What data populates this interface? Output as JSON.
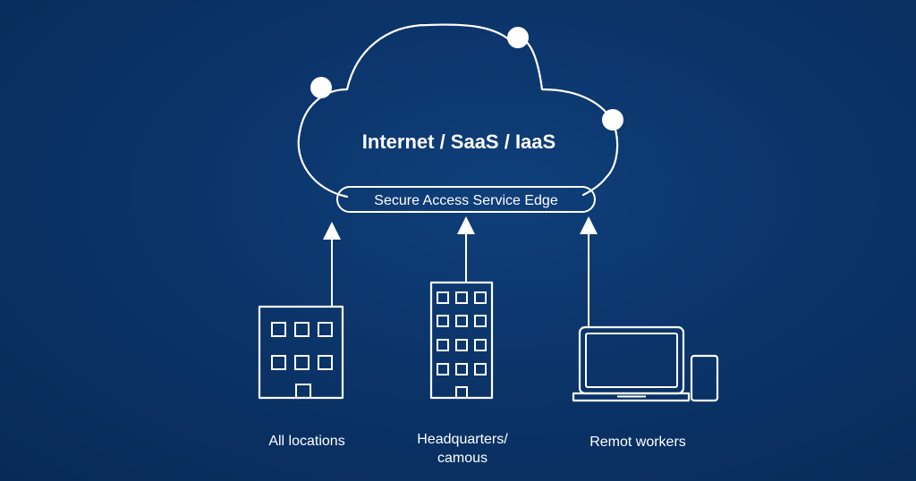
{
  "diagram": {
    "cloud_title": "Internet / SaaS / IaaS",
    "edge_label": "Secure Access Service Edge",
    "nodes": [
      {
        "id": "all-locations",
        "label_lines": [
          "All locations"
        ]
      },
      {
        "id": "headquarters",
        "label_lines": [
          "Headquarters/",
          "camous"
        ]
      },
      {
        "id": "remote-workers",
        "label_lines": [
          "Remot workers"
        ]
      }
    ]
  },
  "colors": {
    "background": "#0b3469",
    "line": "#ffffff"
  }
}
